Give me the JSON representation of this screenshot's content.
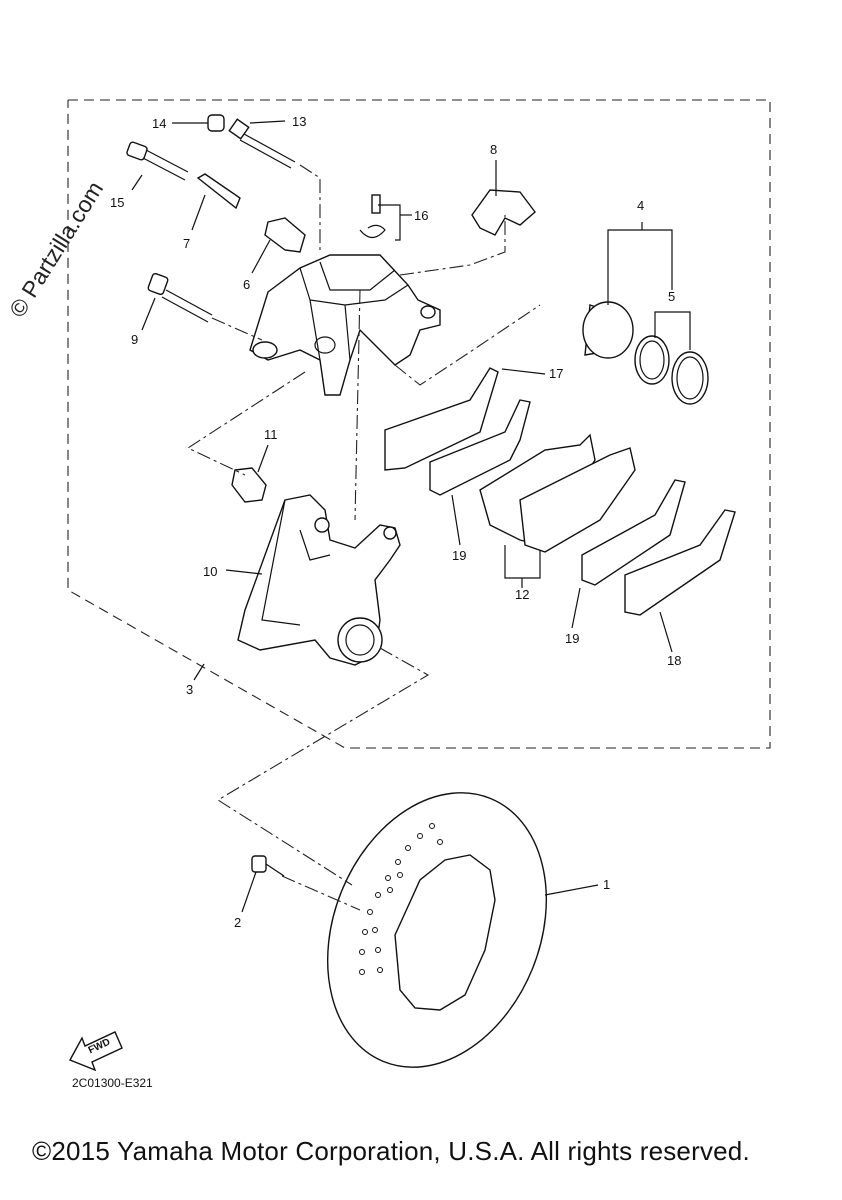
{
  "watermark": "© Partzilla.com",
  "diagram_code": "2C01300-E321",
  "copyright": "©2015 Yamaha Motor Corporation, U.S.A. All rights reserved.",
  "fwd_label": "FWD",
  "callouts": {
    "c1": "1",
    "c2": "2",
    "c3": "3",
    "c4": "4",
    "c5": "5",
    "c6": "6",
    "c7": "7",
    "c8": "8",
    "c9": "9",
    "c10": "10",
    "c11": "11",
    "c12": "12",
    "c13": "13",
    "c14": "14",
    "c15": "15",
    "c16": "16",
    "c17": "17",
    "c18": "18",
    "c19a": "19",
    "c19b": "19"
  }
}
